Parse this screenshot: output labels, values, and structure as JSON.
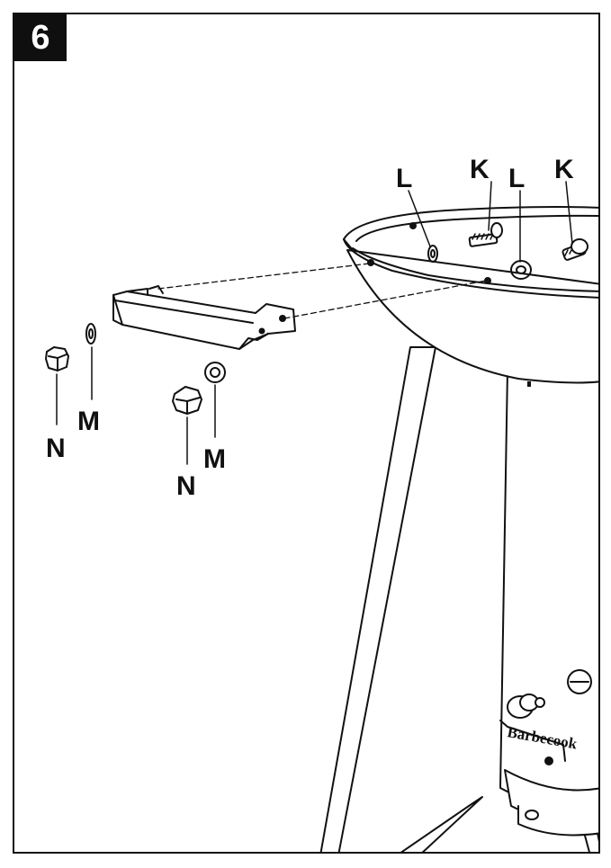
{
  "step_number": "6",
  "parts": {
    "K1": "K",
    "K2": "K",
    "L1": "L",
    "L2": "L",
    "M1": "M",
    "M2": "M",
    "N1": "N",
    "N2": "N"
  },
  "brand_text": "Barbecook",
  "colors": {
    "stroke": "#111111",
    "background": "#ffffff",
    "badge": "#0f0f0f"
  }
}
